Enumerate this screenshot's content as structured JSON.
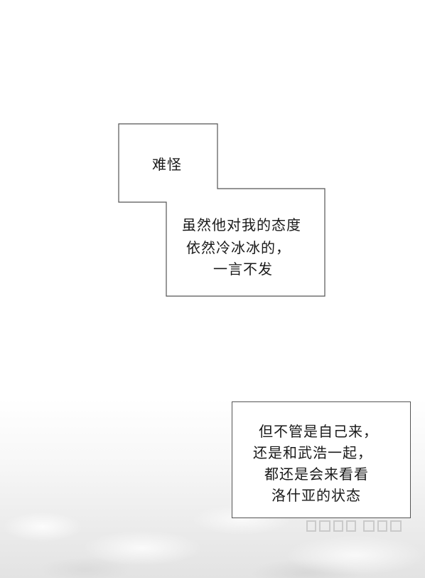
{
  "box1": {
    "top_text": "难怪",
    "lines": [
      "虽然他对我的态度",
      "依然冷冰冰的，",
      "一言不发"
    ]
  },
  "box2": {
    "lines": [
      "但不管是自己来，",
      "还是和武浩一起，",
      "都还是会来看看",
      "洛什亚的状态"
    ]
  },
  "colors": {
    "border": "#555555",
    "text": "#1a1a1a",
    "background": "#ffffff"
  }
}
